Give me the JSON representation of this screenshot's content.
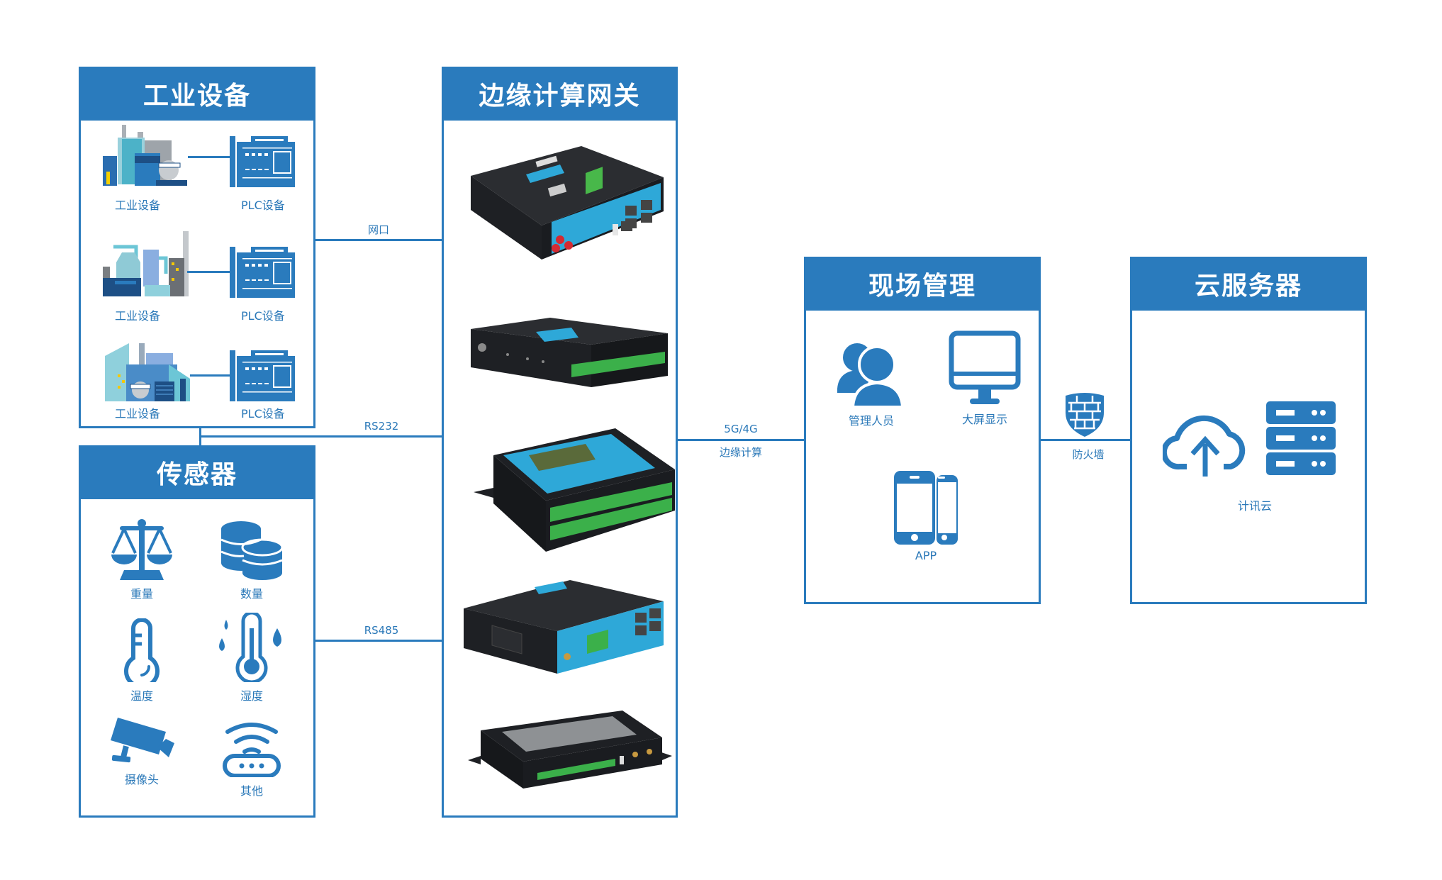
{
  "industrial": {
    "title": "工业设备",
    "rows": [
      {
        "equipment_label": "工业设备",
        "plc_label": "PLC设备"
      },
      {
        "equipment_label": "工业设备",
        "plc_label": "PLC设备"
      },
      {
        "equipment_label": "工业设备",
        "plc_label": "PLC设备"
      }
    ]
  },
  "sensors": {
    "title": "传感器",
    "items": [
      {
        "icon": "scale-icon",
        "label": "重量"
      },
      {
        "icon": "database-icon",
        "label": "数量"
      },
      {
        "icon": "thermometer-icon",
        "label": "温度"
      },
      {
        "icon": "humidity-icon",
        "label": "湿度"
      },
      {
        "icon": "camera-icon",
        "label": "摄像头"
      },
      {
        "icon": "router-icon",
        "label": "其他"
      }
    ]
  },
  "gateway": {
    "title": "边缘计算网关",
    "devices": [
      "gateway-router-device",
      "gateway-io-device",
      "gateway-lcd-controller",
      "gateway-industrial-router",
      "gateway-touchscreen-device"
    ]
  },
  "connections": {
    "ethernet": "网口",
    "rs232": "RS232",
    "rs485": "RS485",
    "network_top": "5G/4G",
    "network_bottom": "边缘计算",
    "firewall": "防火墙"
  },
  "site": {
    "title": "现场管理",
    "items": [
      {
        "icon": "users-icon",
        "label": "管理人员"
      },
      {
        "icon": "monitor-icon",
        "label": "大屏显示"
      },
      {
        "icon": "mobile-icon",
        "label": "APP"
      }
    ]
  },
  "cloud": {
    "title": "云服务器",
    "label": "计讯云"
  },
  "colors": {
    "accent": "#2a7bbd",
    "background": "#ffffff"
  }
}
